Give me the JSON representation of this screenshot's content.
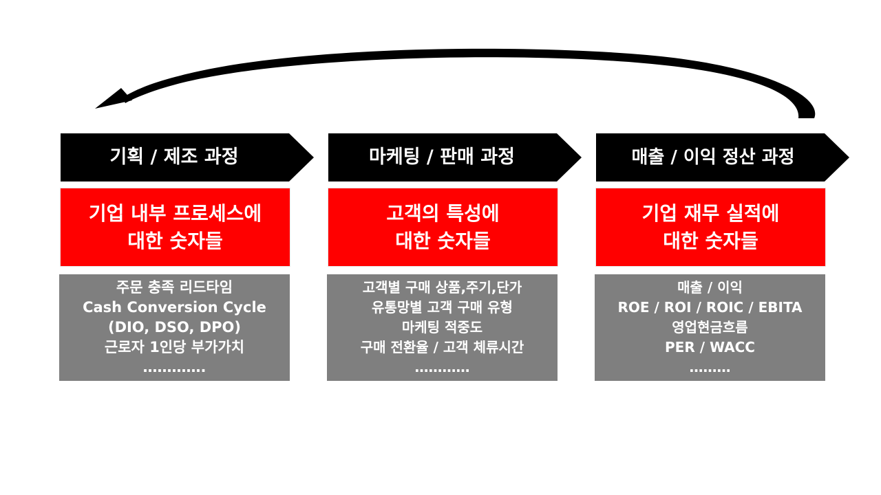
{
  "colors": {
    "header": "#000000",
    "highlight": "#ff0000",
    "detail": "#7f7f7f",
    "text": "#ffffff"
  },
  "cycle_arrow": {
    "direction": "from-right-to-left",
    "icon": "curved-return-arrow"
  },
  "stages": [
    {
      "header": "기획 / 제조 과정",
      "focus": "기업 내부 프로세스에\n대한 숫자들",
      "metrics": [
        "주문 충족 리드타임",
        "Cash Conversion Cycle",
        "(DIO, DSO, DPO)",
        "근로자 1인당 부가가치",
        "…………."
      ]
    },
    {
      "header": "마케팅 / 판매 과정",
      "focus": "고객의 특성에\n대한 숫자들",
      "metrics": [
        "고객별 구매 상품,주기,단가",
        "유통망별 고객 구매 유형",
        "마케팅 적중도",
        "구매 전환율 / 고객 체류시간",
        "…………"
      ]
    },
    {
      "header": "매출 / 이익 정산 과정",
      "focus": "기업 재무 실적에\n대한 숫자들",
      "metrics": [
        "매출 / 이익",
        "ROE / ROI / ROIC / EBITA",
        "영업현금흐름",
        "PER / WACC",
        "………"
      ]
    }
  ]
}
